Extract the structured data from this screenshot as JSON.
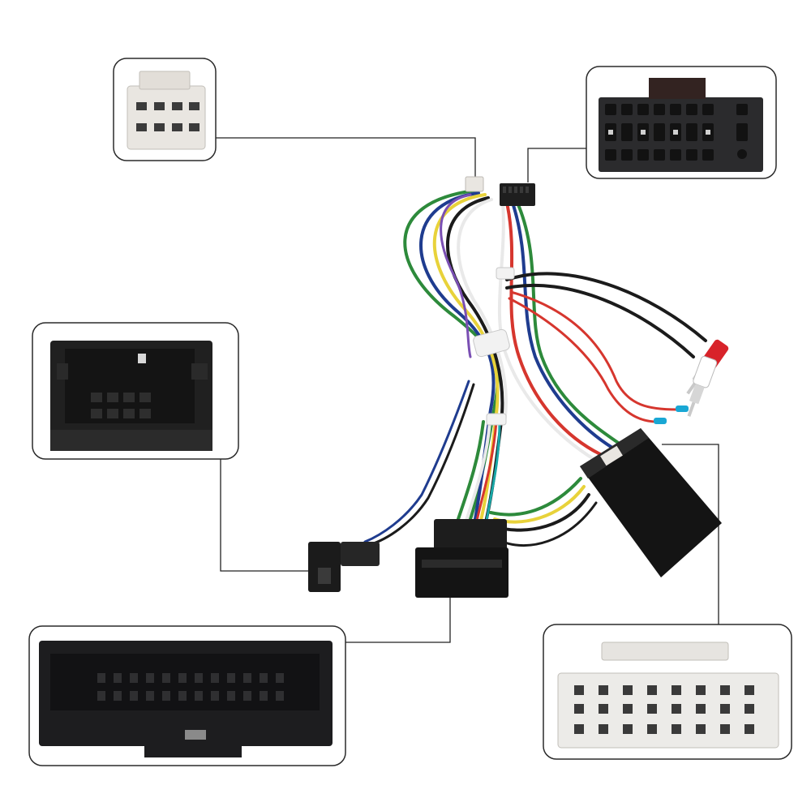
{
  "image": {
    "subject": "car-stereo-wiring-harness",
    "background_color": "#ffffff",
    "callout_line_color": "#222222"
  },
  "insets": [
    {
      "name": "connector-8pin-white-inset",
      "connector_color": "#e9e6e1"
    },
    {
      "name": "connector-16pin-black-inset",
      "connector_color": "#2b2b2d"
    },
    {
      "name": "connector-black-side-inset",
      "connector_color": "#202020"
    },
    {
      "name": "connector-24pin-black-inset",
      "connector_color": "#1d1d1f"
    },
    {
      "name": "connector-20pin-white-inset",
      "connector_color": "#ecebe8"
    }
  ],
  "wire_colors": [
    "#1b1b1b",
    "#1f3c8f",
    "#2d8a3b",
    "#e8d23a",
    "#d6362e",
    "#e9e9e9",
    "#7a4fb3",
    "#19a7a7"
  ],
  "rca_colors": {
    "left": "#ffffff",
    "right": "#d8232a"
  }
}
